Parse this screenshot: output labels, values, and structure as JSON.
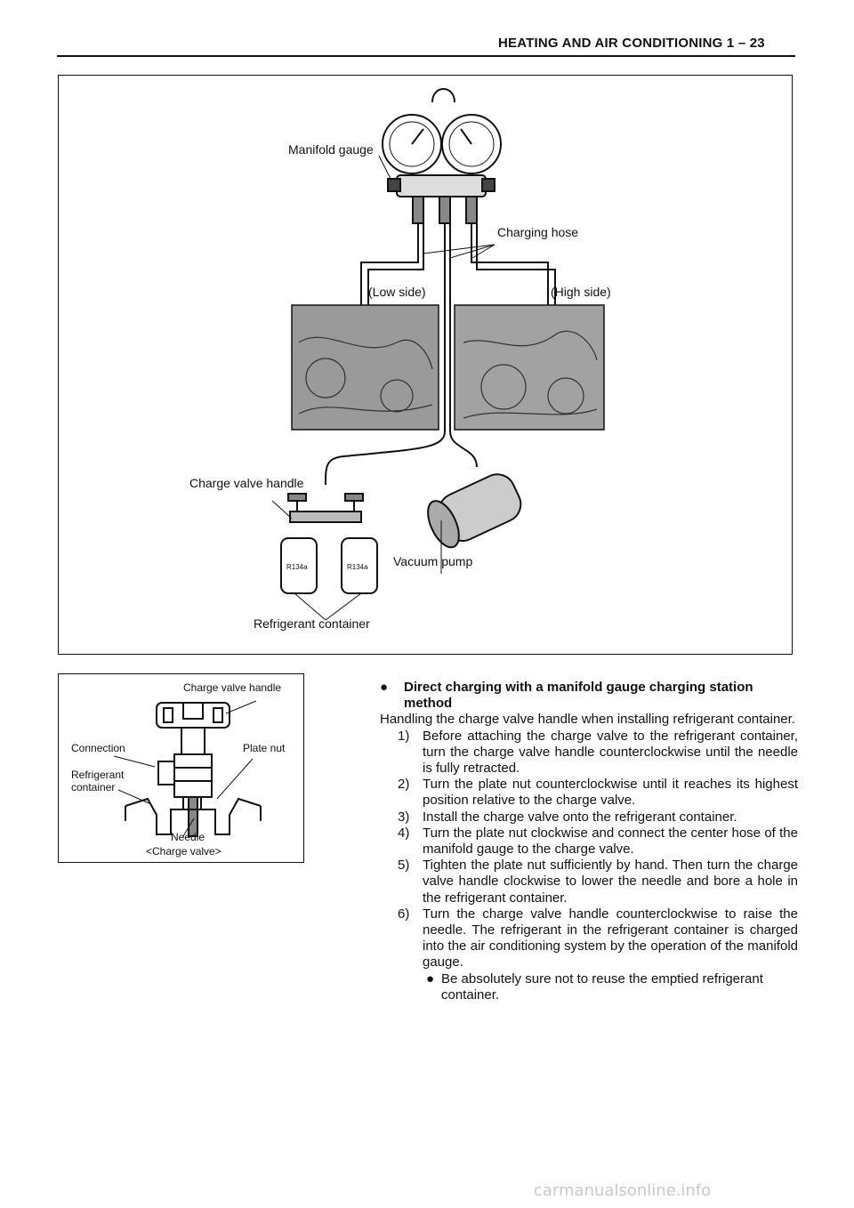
{
  "header": {
    "title": "HEATING AND AIR CONDITIONING 1 – 23"
  },
  "main_figure": {
    "labels": {
      "manifold_gauge": "Manifold gauge",
      "charging_hose": "Charging hose",
      "low_side": "(Low side)",
      "high_side": "(High side)",
      "charge_valve_handle": "Charge valve handle",
      "vacuum_pump": "Vacuum pump",
      "refrigerant_container": "Refrigerant container",
      "can_label_left": "R134a",
      "can_label_right": "R134a"
    }
  },
  "valve_figure": {
    "labels": {
      "charge_valve_handle": "Charge valve handle",
      "connection": "Connection",
      "plate_nut": "Plate nut",
      "refrigerant": "Refrigerant",
      "container": "container",
      "needle": "Needle",
      "caption": "<Charge valve>"
    }
  },
  "instructions": {
    "heading": "Direct charging with a manifold gauge charging station method",
    "intro": "Handling the charge valve handle when installing refrigerant container.",
    "steps": [
      {
        "num": "1)",
        "text": "Before attaching the charge valve to the refrigerant container, turn the charge valve handle counterclockwise until the needle is fully retracted."
      },
      {
        "num": "2)",
        "text": "Turn the plate nut counterclockwise until it reaches its highest position relative to the charge valve."
      },
      {
        "num": "3)",
        "text": "Install the charge valve onto the refrigerant container."
      },
      {
        "num": "4)",
        "text": "Turn the plate nut clockwise and connect the center hose of the manifold gauge to the charge valve."
      },
      {
        "num": "5)",
        "text": "Tighten the plate nut sufficiently by hand. Then turn the charge valve handle clockwise to lower the needle and bore a hole in the refrigerant container."
      },
      {
        "num": "6)",
        "text": "Turn the charge valve handle counterclockwise to raise the needle. The refrigerant in the refrigerant container is charged into the air conditioning system by the operation of the manifold gauge."
      }
    ],
    "note": "Be absolutely sure not to reuse the emptied refrigerant container."
  },
  "footer": {
    "watermark": "carmanualsonline.info"
  }
}
